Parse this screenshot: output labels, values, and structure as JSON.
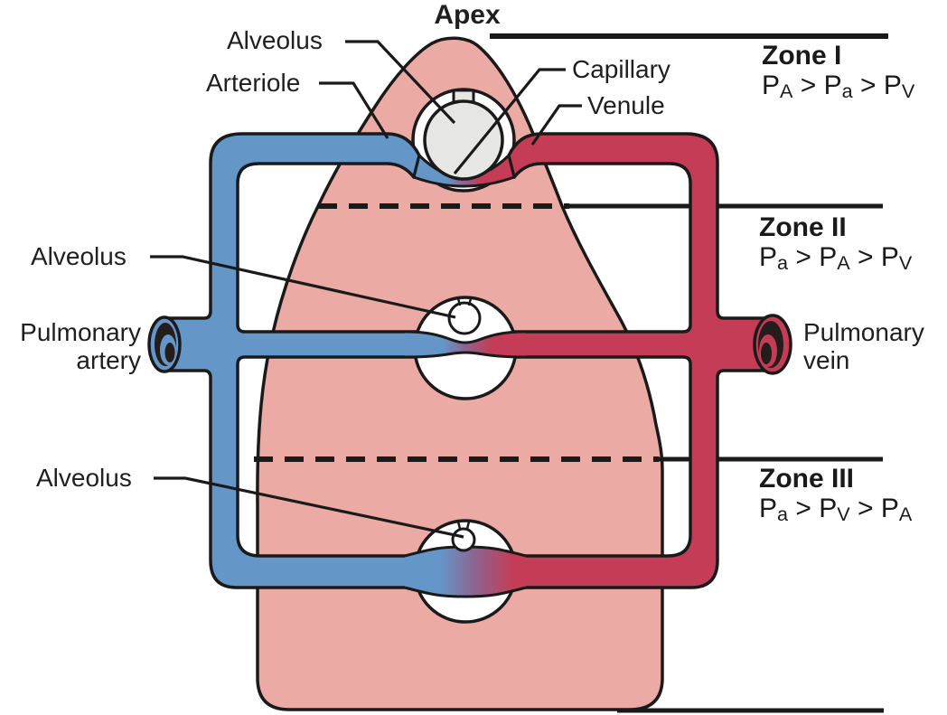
{
  "diagram": {
    "apex_label": "Apex",
    "labels": {
      "alveolus_top": "Alveolus",
      "arteriole": "Arteriole",
      "capillary": "Capillary",
      "venule": "Venule",
      "alveolus_middle": "Alveolus",
      "alveolus_bottom": "Alveolus",
      "pulmonary_artery_line1": "Pulmonary",
      "pulmonary_artery_line2": "artery",
      "pulmonary_vein_line1": "Pulmonary",
      "pulmonary_vein_line2": "vein"
    },
    "zones": [
      {
        "name": "Zone I",
        "f": {
          "p1": "P",
          "s1": "A",
          "op1": " > ",
          "p2": "P",
          "s2": "a",
          "op2": " > ",
          "p3": "P",
          "s3": "V"
        }
      },
      {
        "name": "Zone II",
        "f": {
          "p1": "P",
          "s1": "a",
          "op1": " > ",
          "p2": "P",
          "s2": "A",
          "op2": " > ",
          "p3": "P",
          "s3": "V"
        }
      },
      {
        "name": "Zone III",
        "f": {
          "p1": "P",
          "s1": "a",
          "op1": " > ",
          "p2": "P",
          "s2": "V",
          "op2": " > ",
          "p3": "P",
          "s3": "A"
        }
      }
    ],
    "colors": {
      "lung_pink": "#ecaaa5",
      "artery_blue": "#6496c8",
      "vein_red": "#c43c55",
      "alveolus_gray": "#e6e6e4",
      "outline": "#1a1a1a",
      "lumen_dark": "#241d1b",
      "background": "#ffffff"
    }
  }
}
